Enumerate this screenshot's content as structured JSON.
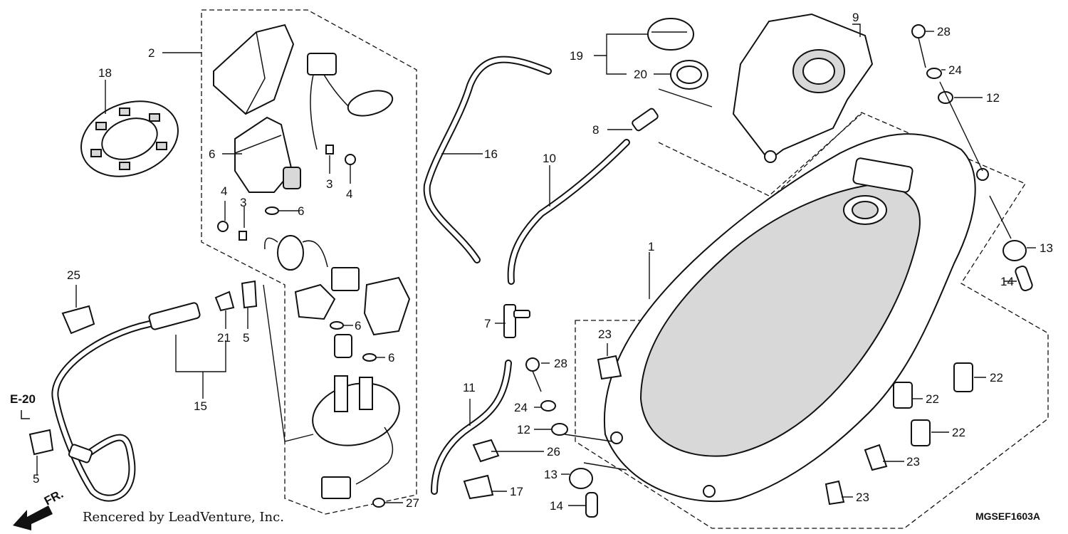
{
  "labels": {
    "p1": "1",
    "p2": "2",
    "p3a": "3",
    "p3b": "3",
    "p4a": "4",
    "p4b": "4",
    "p5a": "5",
    "p5b": "5",
    "p6a": "6",
    "p6b": "6",
    "p6c": "6",
    "p6d": "6",
    "p7": "7",
    "p8": "8",
    "p9": "9",
    "p10": "10",
    "p11": "11",
    "p12a": "12",
    "p12b": "12",
    "p13a": "13",
    "p13b": "13",
    "p14a": "14",
    "p14b": "14",
    "p15": "15",
    "p16": "16",
    "p17": "17",
    "p18": "18",
    "p19": "19",
    "p20": "20",
    "p21": "21",
    "p22a": "22",
    "p22b": "22",
    "p22c": "22",
    "p23a": "23",
    "p23b": "23",
    "p23c": "23",
    "p24a": "24",
    "p24b": "24",
    "p25": "25",
    "p26": "26",
    "p27": "27",
    "p28a": "28",
    "p28b": "28"
  },
  "reference": "E-20",
  "direction": "FR.",
  "credit": "Rencered by LeadVenture, Inc.",
  "diagram_code": "MGSEF1603A"
}
